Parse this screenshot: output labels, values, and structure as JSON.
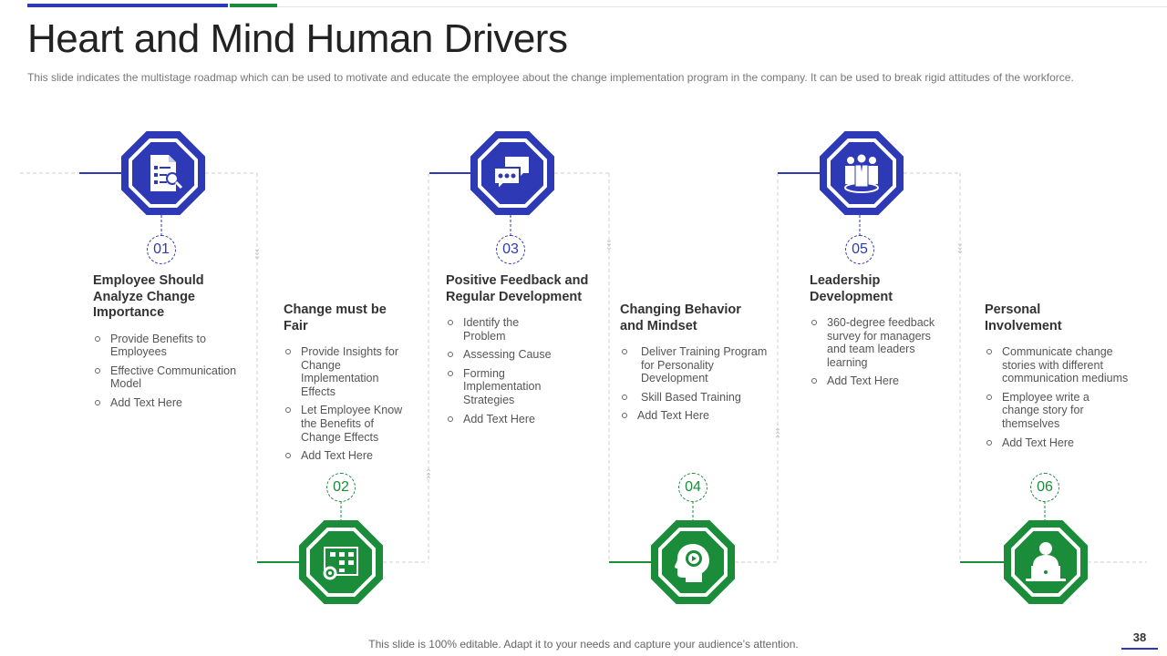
{
  "title": "Heart and Mind Human Drivers",
  "subtitle": "This slide indicates the multistage roadmap which can be used to motivate and educate the employee about the change implementation program in the company. It can be used to break rigid attitudes of the workforce.",
  "colors": {
    "blue": "#2e3ab5",
    "green": "#1a8c3a"
  },
  "steps": [
    {
      "number": "01",
      "icon": "document-analysis-icon",
      "title": "Employee Should Analyze Change Importance",
      "bullets": [
        "Provide Benefits to Employees",
        "Effective Communication Model",
        "Add Text Here"
      ]
    },
    {
      "number": "02",
      "icon": "process-chart-gear-icon",
      "title": "Change must be Fair",
      "bullets": [
        "Provide Insights for Change Implementation Effects",
        "Let Employee Know the Benefits of Change Effects",
        "Add Text Here"
      ]
    },
    {
      "number": "03",
      "icon": "chat-bubbles-icon",
      "title": "Positive Feedback and Regular Development",
      "bullets": [
        "Identify the Problem",
        "Assessing Cause",
        "Forming Implementation Strategies",
        "Add Text Here"
      ]
    },
    {
      "number": "04",
      "icon": "head-gear-icon",
      "title": "Changing Behavior and Mindset",
      "bullets": [
        "Deliver Training Program for Personality Development",
        "Skill Based Training",
        "Add Text Here"
      ]
    },
    {
      "number": "05",
      "icon": "leadership-team-icon",
      "title": "Leadership Development",
      "bullets": [
        "360-degree feedback survey for managers and team leaders learning",
        "Add Text Here"
      ]
    },
    {
      "number": "06",
      "icon": "person-laptop-icon",
      "title": "Personal Involvement",
      "bullets": [
        "Communicate change stories with different communication mediums",
        "Employee write a change story for themselves",
        "Add Text Here"
      ]
    }
  ],
  "footer": "This slide is 100% editable. Adapt it to your needs and capture your audience’s attention.",
  "page_number": "38"
}
